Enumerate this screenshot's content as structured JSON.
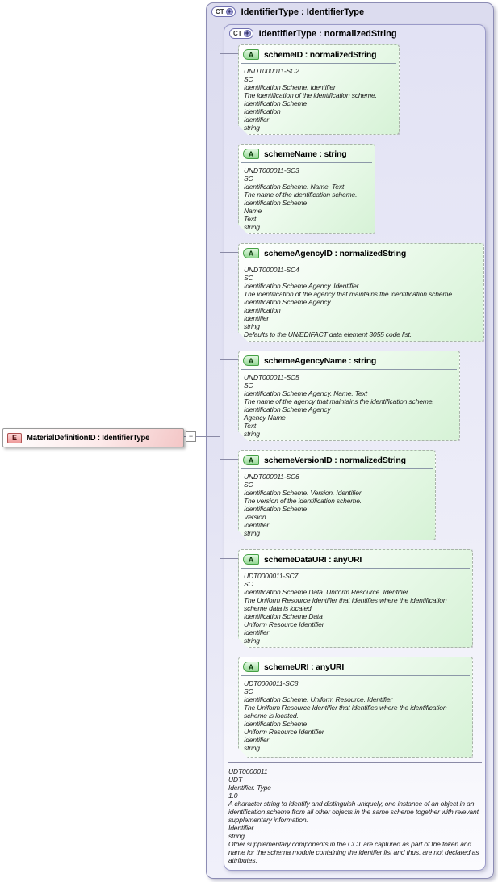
{
  "colors": {
    "container_fill": "#e2e2f3",
    "container_border": "#8c8cb4",
    "attribute_fill": "#d6f2d6",
    "attribute_badge_border": "#44a044",
    "element_fill": "#f3c6c6",
    "element_badge_border": "#b05050",
    "connector": "#8a8aa6"
  },
  "icons": {
    "ct_plus": "+",
    "collapse_minus": "−"
  },
  "element": {
    "badge": "E",
    "label": "MaterialDefinitionID : IdentifierType"
  },
  "outer_type": {
    "badge": "CT",
    "label": "IdentifierType : IdentifierType"
  },
  "inner_type": {
    "badge": "CT",
    "label": "IdentifierType : normalizedString"
  },
  "attributes": [
    {
      "badge": "A",
      "label": "schemeID : normalizedString",
      "doc": [
        "UNDT000011-SC2",
        "SC",
        "Identification Scheme. Identifier",
        "The identification of the identification scheme.",
        "Identification Scheme",
        "Identification",
        "Identifier",
        "string"
      ]
    },
    {
      "badge": "A",
      "label": "schemeName : string",
      "doc": [
        "UNDT000011-SC3",
        "SC",
        "Identification Scheme. Name. Text",
        "The name of the identification scheme.",
        "Identification Scheme",
        "Name",
        "Text",
        "string"
      ]
    },
    {
      "badge": "A",
      "label": "schemeAgencyID : normalizedString",
      "doc": [
        "UNDT000011-SC4",
        "SC",
        "Identification Scheme Agency. Identifier",
        "The identification of the agency that maintains the identification scheme.",
        "Identification Scheme Agency",
        "Identification",
        "Identifier",
        "string",
        "Defaults to the UN/EDIFACT data element 3055 code list."
      ]
    },
    {
      "badge": "A",
      "label": "schemeAgencyName : string",
      "doc": [
        "UNDT000011-SC5",
        "SC",
        "Identification Scheme Agency. Name. Text",
        "The name of the agency that maintains the identification scheme.",
        "Identification Scheme Agency",
        "Agency Name",
        "Text",
        "string"
      ]
    },
    {
      "badge": "A",
      "label": "schemeVersionID : normalizedString",
      "doc": [
        "UNDT000011-SC6",
        "SC",
        "Identification Scheme. Version. Identifier",
        "The version of the identification scheme.",
        "Identification Scheme",
        "Version",
        "Identifier",
        "string"
      ]
    },
    {
      "badge": "A",
      "label": "schemeDataURI : anyURI",
      "doc": [
        "UDT0000011-SC7",
        "SC",
        "Identification Scheme Data. Uniform Resource. Identifier",
        "The Uniform Resource Identifier that identifies where the identification scheme data is located.",
        "Identification Scheme Data",
        "Uniform Resource Identifier",
        "Identifier",
        "string"
      ]
    },
    {
      "badge": "A",
      "label": "schemeURI : anyURI",
      "doc": [
        "UDT0000011-SC8",
        "SC",
        "Identification Scheme. Uniform Resource. Identifier",
        "The Uniform Resource Identifier that identifies where the identification scheme is located.",
        "Identification Scheme",
        "Uniform Resource Identifier",
        "Identifier",
        "string"
      ]
    }
  ],
  "type_doc": [
    "UDT0000011",
    "UDT",
    "Identifier. Type",
    "1.0",
    "A character string to identify and distinguish uniquely, one instance of an object in an identification scheme from all other objects in the same scheme together with relevant supplementary information.",
    "Identifier",
    "string",
    "Other supplementary components in the CCT are captured as part of the token and name for the schema module containing the identifer list and thus, are not declared as attributes."
  ]
}
